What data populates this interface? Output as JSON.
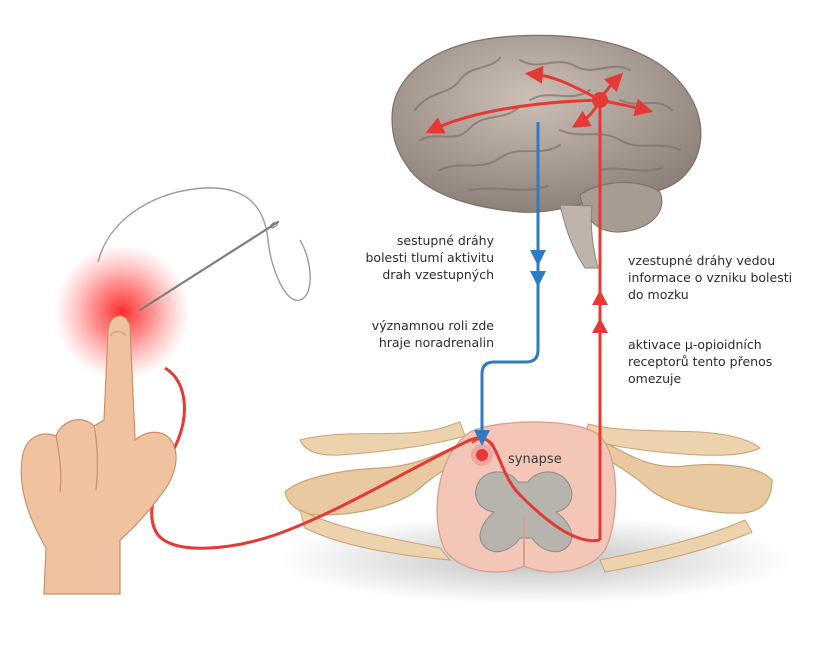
{
  "labels": {
    "descending": "sestupné dráhy\nbolesti tlumí aktivitu\ndrah vzestupných",
    "noradrenalin": "významnou roli zde\nhraje noradrenalin",
    "ascending": "vzestupné dráhy vedou\ninformace o vzniku bolesti\ndo mozku",
    "opioid": "aktivace μ-opioidních\nreceptorů tento přenos\nomezuje",
    "synapse": "synapse"
  },
  "colors": {
    "ascending_pathway": "#e53935",
    "descending_pathway": "#2e7bc4",
    "pain_glow": "#ff2a2a",
    "brain": "#b5a89f",
    "bone": "#e8c9a0",
    "spinal_cord": "#f3c6b8",
    "grey_matter": "#b7b3ad"
  }
}
